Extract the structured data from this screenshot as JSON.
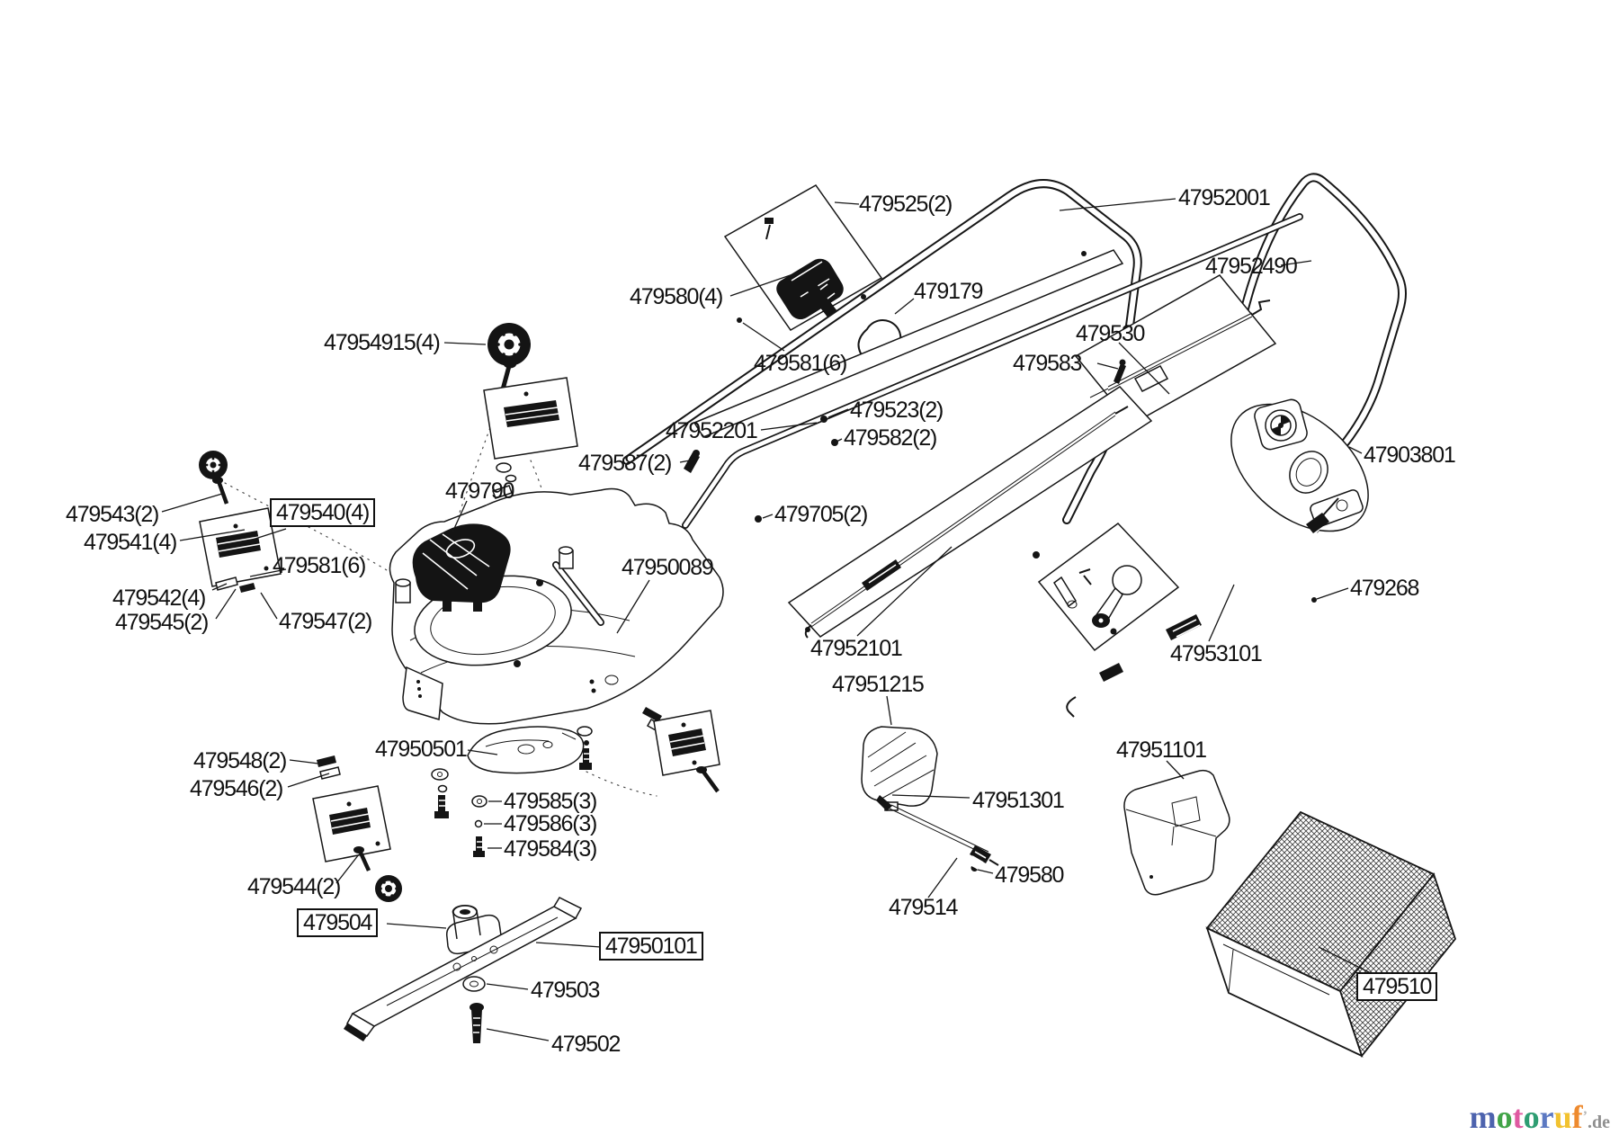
{
  "labels": [
    {
      "part": "479525(2)",
      "boxed": false
    },
    {
      "part": "479580(4)",
      "boxed": false
    },
    {
      "part": "479179",
      "boxed": false
    },
    {
      "part": "479581(6)",
      "boxed": false
    },
    {
      "part": "47952001",
      "boxed": false
    },
    {
      "part": "47952490",
      "boxed": false
    },
    {
      "part": "479530",
      "boxed": false
    },
    {
      "part": "479583",
      "boxed": false
    },
    {
      "part": "47954915(4)",
      "boxed": false
    },
    {
      "part": "47952201",
      "boxed": false
    },
    {
      "part": "479523(2)",
      "boxed": false
    },
    {
      "part": "479582(2)",
      "boxed": false
    },
    {
      "part": "479587(2)",
      "boxed": false
    },
    {
      "part": "479705(2)",
      "boxed": false
    },
    {
      "part": "47903801",
      "boxed": false
    },
    {
      "part": "479543(2)",
      "boxed": false
    },
    {
      "part": "479540(4)",
      "boxed": true
    },
    {
      "part": "479541(4)",
      "boxed": false
    },
    {
      "part": "479790",
      "boxed": false
    },
    {
      "part": "479581(6)",
      "boxed": false
    },
    {
      "part": "479542(4)",
      "boxed": false
    },
    {
      "part": "479545(2)",
      "boxed": false
    },
    {
      "part": "479547(2)",
      "boxed": false
    },
    {
      "part": "47950089",
      "boxed": false
    },
    {
      "part": "479268",
      "boxed": false
    },
    {
      "part": "47952101",
      "boxed": false
    },
    {
      "part": "47953101",
      "boxed": false
    },
    {
      "part": "47951215",
      "boxed": false
    },
    {
      "part": "479548(2)",
      "boxed": false
    },
    {
      "part": "479546(2)",
      "boxed": false
    },
    {
      "part": "47950501",
      "boxed": false
    },
    {
      "part": "479585(3)",
      "boxed": false
    },
    {
      "part": "479586(3)",
      "boxed": false
    },
    {
      "part": "479584(3)",
      "boxed": false
    },
    {
      "part": "47951101",
      "boxed": false
    },
    {
      "part": "47951301",
      "boxed": false
    },
    {
      "part": "479580",
      "boxed": false
    },
    {
      "part": "479514",
      "boxed": false
    },
    {
      "part": "479544(2)",
      "boxed": false
    },
    {
      "part": "479504",
      "boxed": true
    },
    {
      "part": "47950101",
      "boxed": true
    },
    {
      "part": "479503",
      "boxed": false
    },
    {
      "part": "479502",
      "boxed": false
    },
    {
      "part": "479510",
      "boxed": true
    }
  ],
  "logo": {
    "letters": [
      {
        "ch": "m",
        "css": "color:#4d63ae"
      },
      {
        "ch": "o",
        "css": "color:#41a447"
      },
      {
        "ch": "t",
        "css": "color:#df5aa1"
      },
      {
        "ch": "o",
        "css": "color:#2e9d72"
      },
      {
        "ch": "r",
        "css": "color:#5c79c2"
      },
      {
        "ch": "u",
        "css": "color:#f2c230"
      },
      {
        "ch": "f",
        "css": "color:#ee8a2e"
      }
    ],
    "mark": {
      "ch": "’",
      "css": "color:#b5b5b5"
    },
    "suffix": {
      "text": ".de",
      "css": "color:#8f8f8f"
    }
  }
}
